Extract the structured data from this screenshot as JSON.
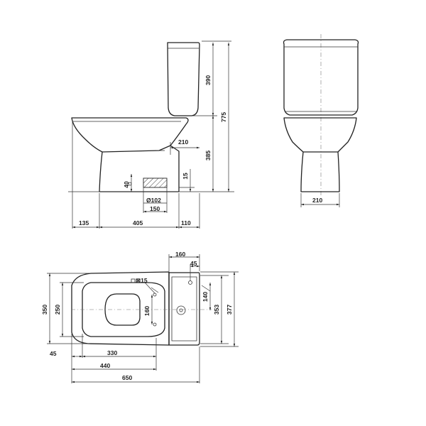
{
  "dimensions": {
    "side": {
      "tank_height": "390",
      "total_height": "775",
      "bowl_height": "385",
      "rear_offset": "210",
      "outlet_clearance": "15",
      "outlet_height": "40",
      "outlet_diameter": "Ø102",
      "outlet_width": "150",
      "front_overhang": "135",
      "base_length": "405",
      "rear_offset_bottom": "110"
    },
    "front": {
      "base_width": "210"
    },
    "top": {
      "tank_depth": "160",
      "inlet_offset": "45",
      "fixing_hole": "⊠15",
      "tank_inner_width": "140",
      "bowl_width_353": "353",
      "overall_width": "377",
      "seat_outer_width": "350",
      "seat_inner_width": "250",
      "fixing_spacing": "160",
      "front_gap": "45",
      "seat_depth": "330",
      "bowl_depth": "440",
      "overall_depth": "650"
    }
  }
}
